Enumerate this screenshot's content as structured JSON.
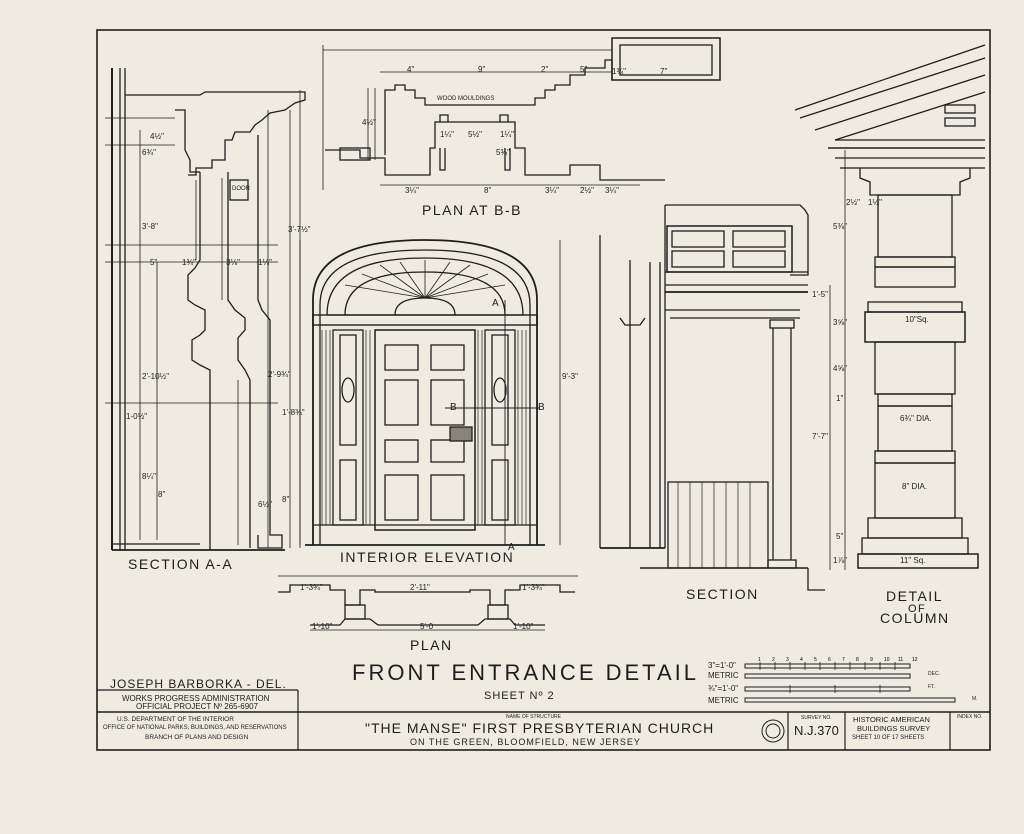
{
  "views": {
    "section_aa": "SECTION  A-A",
    "plan_bb": "PLAN  AT  B-B",
    "interior_elevation": "INTERIOR ELEVATION",
    "section": "SECTION",
    "plan": "PLAN",
    "detail_of_column": [
      "DETAIL",
      "OF",
      "COLUMN"
    ]
  },
  "markers": {
    "a": "A",
    "b": "B"
  },
  "notes": {
    "wood_mouldings": "WOOD MOULDINGS",
    "door": "DOOR"
  },
  "dimensions": {
    "plan_bb_top": [
      "4\"",
      "9\"",
      "2\"",
      "5\"",
      "1¾\"",
      "7\""
    ],
    "plan_bb_bottom": [
      "3¼\"",
      "8\"",
      "3¼\"",
      "2½\"",
      "3¼\""
    ],
    "plan_bb_inner": [
      "1¼\"",
      "5½\"",
      "1¼\"",
      "4½\"",
      "5¾\""
    ],
    "section_aa_left": [
      "3'-8\"",
      "2'-10½\"",
      "1-0½\"",
      "8¼\"",
      "8\"",
      "6¾\"",
      "4½\""
    ],
    "section_aa_mid": [
      "5\"",
      "1¾\"",
      "3⅛\"",
      "1¼\"",
      "3'-7½\"",
      "2'-9¾\"",
      "1'-8¾\"",
      "6½\"",
      "8\""
    ],
    "elevation_right": "9'-3\"",
    "section_right": [
      "1'-5\"",
      "7'-7\""
    ],
    "column": [
      "2½\"",
      "1½\"",
      "5⅜\"",
      "3⅝\"",
      "4⅝\"",
      "1\"",
      "5\"",
      "1⅞\""
    ],
    "column_notes": [
      "10\"Sq.",
      "6¾\" DIA.",
      "8\" DIA.",
      "11\" Sq."
    ],
    "plan": [
      "1'-3¾\"",
      "2'-11\"",
      "1'-3¾\"",
      "1'-10\"",
      "5'-0",
      "1'-10\""
    ]
  },
  "title_block": {
    "main_title": "FRONT  ENTRANCE  DETAIL",
    "sheet": "SHEET  Nº 2",
    "delineator": "JOSEPH  BARBORKA - DEL.",
    "works_progress": "WORKS  PROGRESS  ADMINISTRATION",
    "official_project": "OFFICIAL  PROJECT  Nº 265-6907",
    "dept1": "U.S. DEPARTMENT OF THE INTERIOR",
    "dept2": "OFFICE OF NATIONAL PARKS, BUILDINGS, AND RESERVATIONS",
    "dept3": "BRANCH OF PLANS AND DESIGN",
    "name_of_structure_label": "NAME OF STRUCTURE",
    "structure_name": "\"THE MANSE\"  FIRST  PRESBYTERIAN  CHURCH",
    "location": "ON THE GREEN,  BLOOMFIELD,  NEW JERSEY",
    "survey_no_label": "SURVEY NO.",
    "survey_no": "N.J.370",
    "habs1": "HISTORIC AMERICAN",
    "habs2": "BUILDINGS SURVEY",
    "sheet_of": "SHEET 10   OF  17  SHEETS",
    "index_no_label": "INDEX NO."
  },
  "scales": {
    "rows": [
      "3\"=1'-0\"",
      "METRIC",
      "¾\"=1'-0\"",
      "METRIC"
    ],
    "ticks": [
      "1",
      "2",
      "3",
      "4",
      "5",
      "6",
      "7",
      "8",
      "9",
      "10",
      "11",
      "12"
    ],
    "unit_labels": [
      "DEC.",
      "FT.",
      "M."
    ]
  }
}
